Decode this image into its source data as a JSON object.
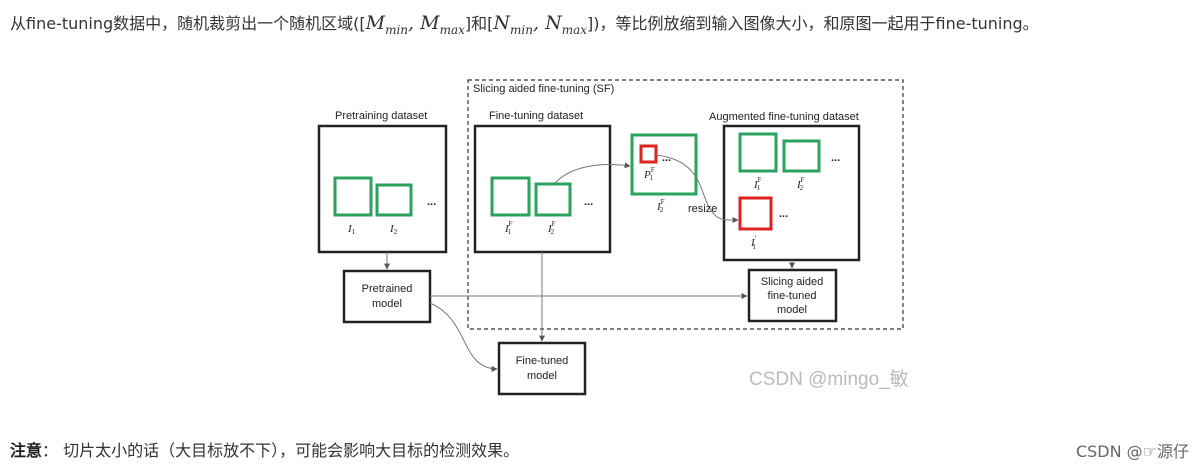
{
  "paragraph": {
    "text_a": "从fine-tuning数据中，随机裁剪出一个随机区域([",
    "m_min_base": "M",
    "m_min_sub": "min",
    "comma1": ", ",
    "m_max_base": "M",
    "m_max_sub": "max",
    "text_b": "]和[",
    "n_min_base": "N",
    "n_min_sub": "min",
    "comma2": ", ",
    "n_max_base": "N",
    "n_max_sub": "max",
    "text_c": "])，等比例放缩到输入图像大小，和原图一起用于fine-tuning。"
  },
  "diagram": {
    "sf_title": "Slicing aided fine-tuning (SF)",
    "pretraining_title": "Pretraining dataset",
    "finetuning_title": "Fine-tuning dataset",
    "augmented_title": "Augmented fine-tuning dataset",
    "ellipsis": "...",
    "i1": "I",
    "i1_sub": "1",
    "i2": "I",
    "i2_sub": "2",
    "i1f": "I",
    "i1f_sup": "F",
    "i1f_sub": "1",
    "i2f": "I",
    "i2f_sup": "F",
    "i2f_sub": "2",
    "p1f": "P",
    "p1f_sup": "F",
    "p1f_sub": "1",
    "i1prime": "I",
    "i1prime_sup": "′",
    "i1prime_sub": "1",
    "resize_label": "resize",
    "pretrained_line1": "Pretrained",
    "pretrained_line2": "model",
    "finetuned_line1": "Fine-tuned",
    "finetuned_line2": "model",
    "slicing_line1": "Slicing aided",
    "slicing_line2": "fine-tuned",
    "slicing_line3": "model",
    "watermark": "CSDN @mingo_敏"
  },
  "note": {
    "label": "注意",
    "text": "： 切片太小的话（大目标放不下），可能会影响大目标的检测效果。"
  },
  "footer": {
    "watermark": "CSDN @☞源仔"
  }
}
